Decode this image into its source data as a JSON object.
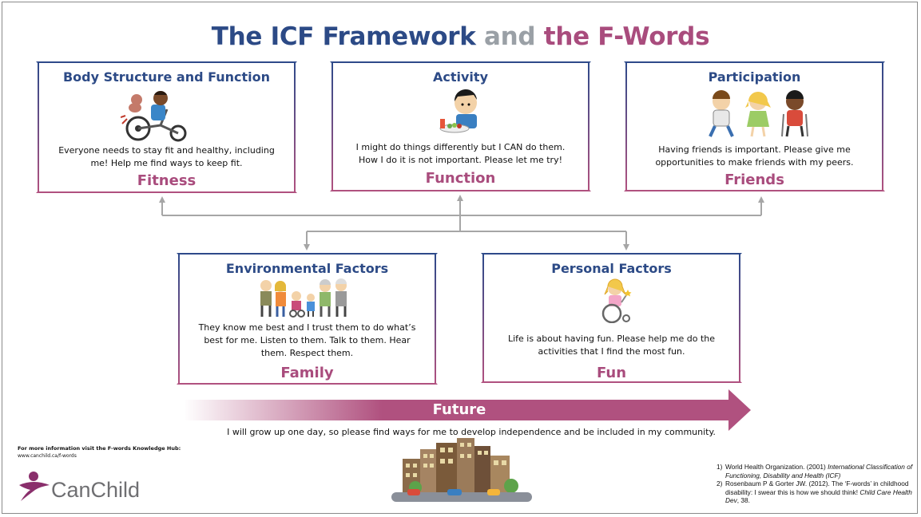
{
  "title": {
    "part1": "The ICF Framework",
    "part2": " and ",
    "part3": "the F-Words"
  },
  "colors": {
    "navy": "#2c4a86",
    "magenta": "#a94c7d",
    "gray": "#9aa0a6",
    "connector": "#a6a6a6"
  },
  "boxes": {
    "body": {
      "title": "Body Structure and Function",
      "desc": "Everyone needs to stay fit and healthy, including me! Help me find ways to keep fit.",
      "fword": "Fitness",
      "illustration": "child-on-adaptive-tricycle"
    },
    "activity": {
      "title": "Activity",
      "desc": "I might do things differently but I CAN do them. How I do it is not important. Please let me try!",
      "fword": "Function",
      "illustration": "child-eating-salad"
    },
    "participation": {
      "title": "Participation",
      "desc": "Having friends is important. Please give me opportunities to make friends with my peers.",
      "fword": "Friends",
      "illustration": "three-children-friends"
    },
    "environmental": {
      "title": "Environmental Factors",
      "desc": "They know me best and I trust them to do what’s best for me. Listen to them. Talk to them. Hear them. Respect them.",
      "fword": "Family",
      "illustration": "family-group"
    },
    "personal": {
      "title": "Personal Factors",
      "desc": "Life is about having  fun. Please help me do the activities that I find the most fun.",
      "fword": "Fun",
      "illustration": "girl-in-wheelchair-with-wand"
    }
  },
  "future": {
    "label": "Future",
    "desc": "I will grow up one day, so please find ways for me to develop independence and be included in my community.",
    "illustration": "city-skyline"
  },
  "footer": {
    "info_title": "For more information visit the F-words Knowledge Hub:",
    "info_url": "www.canchild.ca/f-words",
    "logo_text": "CanChild",
    "refs": [
      {
        "num": "1)",
        "text": "World Health Organization. (2001) ",
        "italic": "International Classification of Functioning, Disability and Health (ICF)"
      },
      {
        "num": "2)",
        "text": "Rosenbaum P & Gorter JW. (2012). The ‘F-words’ in childhood disability: I swear this is how we should think! ",
        "italic": "Child Care Health Dev",
        "tail": ", 38."
      }
    ]
  }
}
